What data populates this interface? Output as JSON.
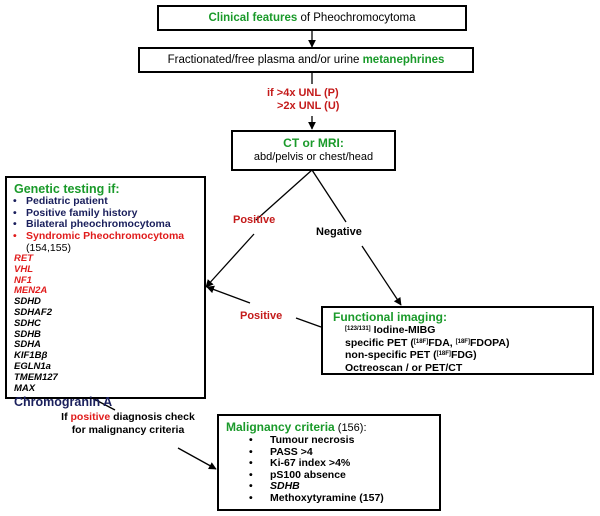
{
  "title_box": {
    "highlight": "Clinical features",
    "rest": " of Pheochromocytoma"
  },
  "metanephrines_box": {
    "text": "Fractionated/free plasma and/or urine ",
    "highlight": "metanephrines"
  },
  "threshold": {
    "line1": "if >4x UNL (P)",
    "line2": ">2x UNL (U)"
  },
  "imaging_box": {
    "title": "CT or MRI:",
    "subtitle": "abd/pelvis or chest/head"
  },
  "edge_labels": {
    "positive_top": "Positive",
    "negative": "Negative",
    "positive_bottom": "Positive"
  },
  "genetic_box": {
    "title": "Genetic testing if:",
    "criteria": [
      {
        "label": "Pediatric patient",
        "color": "#1a1f5c"
      },
      {
        "label": "Positive family history",
        "color": "#1a1f5c"
      },
      {
        "label": "Bilateral pheochromocytoma",
        "color": "#1a1f5c"
      },
      {
        "label": "Syndromic Pheochromocytoma",
        "color": "#e01b1b"
      }
    ],
    "reference": "(154,155)",
    "genes": [
      {
        "name": "RET",
        "color": "#e01b1b"
      },
      {
        "name": "VHL",
        "color": "#e01b1b"
      },
      {
        "name": "NF1",
        "color": "#e01b1b"
      },
      {
        "name": "MEN2A",
        "color": "#e01b1b"
      },
      {
        "name": "SDHD",
        "color": "#000000"
      },
      {
        "name": "SDHAF2",
        "color": "#000000"
      },
      {
        "name": "SDHC",
        "color": "#000000"
      },
      {
        "name": "SDHB",
        "color": "#000000"
      },
      {
        "name": "SDHA",
        "color": "#000000"
      },
      {
        "name": "KIF1Bβ",
        "color": "#000000"
      },
      {
        "name": "EGLN1a",
        "color": "#000000"
      },
      {
        "name": "TMEM127",
        "color": "#000000"
      },
      {
        "name": "MAX",
        "color": "#000000"
      }
    ],
    "footer": "Chromogranin A"
  },
  "functional_box": {
    "title": "Functional imaging:",
    "line1_sup": "[123/131]",
    "line1": " Iodine-MIBG",
    "line2_pre": "specific PET (",
    "line2_sup1": "[18F]",
    "line2_mid": "FDA, ",
    "line2_sup2": "[18F]",
    "line2_post": "FDOPA)",
    "line3_pre": "non-specific PET (",
    "line3_sup": "[18F]",
    "line3_post": "FDG)",
    "line4": "Octreoscan / or PET/CT"
  },
  "diagnosis_note": {
    "pre": "If ",
    "highlight": "positive",
    "post": " diagnosis check",
    "line2": "for malignancy criteria"
  },
  "malignancy_box": {
    "title": "Malignancy criteria",
    "reference": " (156):",
    "items": [
      {
        "label": "Tumour necrosis",
        "italic": false
      },
      {
        "label": "PASS >4",
        "italic": false
      },
      {
        "label": "Ki-67 index >4%",
        "italic": false
      },
      {
        "label": "pS100 absence",
        "italic": false
      },
      {
        "label": "SDHB",
        "italic": true
      },
      {
        "label": "Methoxytyramine (157)",
        "italic": false
      }
    ]
  },
  "colors": {
    "green": "#1a9a2a",
    "red": "#e01b1b",
    "navy": "#1a1f5c"
  }
}
